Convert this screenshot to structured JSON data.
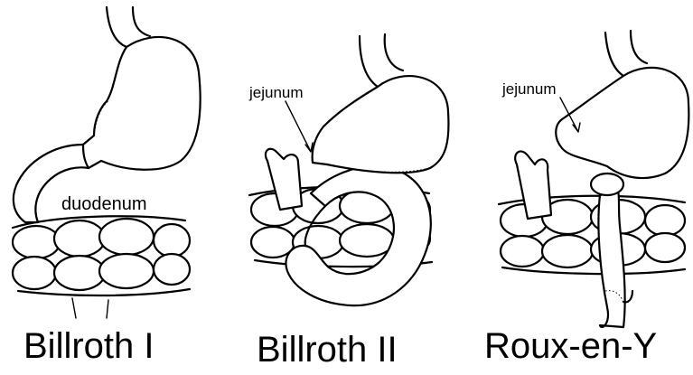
{
  "panels": [
    {
      "title": "Billroth I",
      "labels": [
        "duodenum"
      ]
    },
    {
      "title": "Billroth II",
      "labels": [
        "jejunum"
      ]
    },
    {
      "title": "Roux-en-Y",
      "labels": [
        "jejunum"
      ]
    }
  ]
}
